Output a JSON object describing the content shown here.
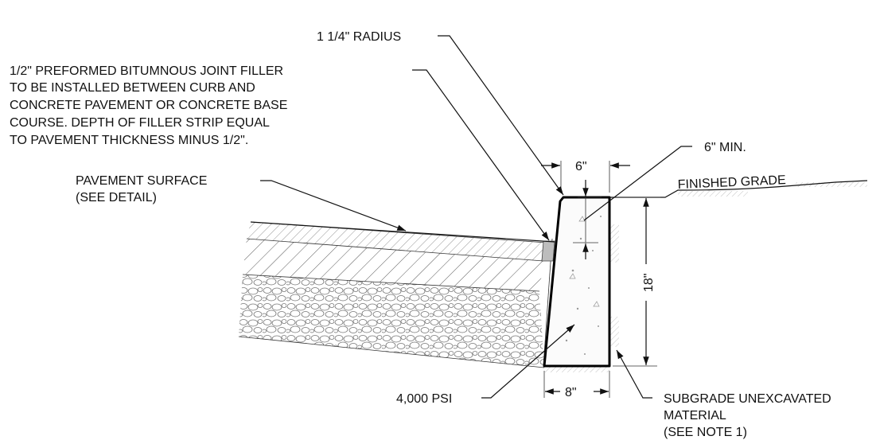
{
  "labels": {
    "radius": "1 1/4\" RADIUS",
    "filler": [
      "1/2\"  PREFORMED BITUMNOUS JOINT FILLER",
      "TO BE INSTALLED BETWEEN CURB AND",
      "CONCRETE PAVEMENT OR CONCRETE BASE",
      "COURSE.  DEPTH OF FILLER STRIP EQUAL",
      "TO PAVEMENT THICKNESS MINUS 1/2\"."
    ],
    "pavement": [
      "PAVEMENT SURFACE",
      "(SEE DETAIL)"
    ],
    "min6": "6\" MIN.",
    "finished_grade": "FINISHED GRADE",
    "psi": "4,000 PSI",
    "subgrade": [
      "SUBGRADE UNEXCAVATED",
      "MATERIAL",
      "(SEE NOTE 1)"
    ]
  },
  "dimensions": {
    "top_width": "6\"",
    "bottom_width": "8\"",
    "height": "18\""
  }
}
